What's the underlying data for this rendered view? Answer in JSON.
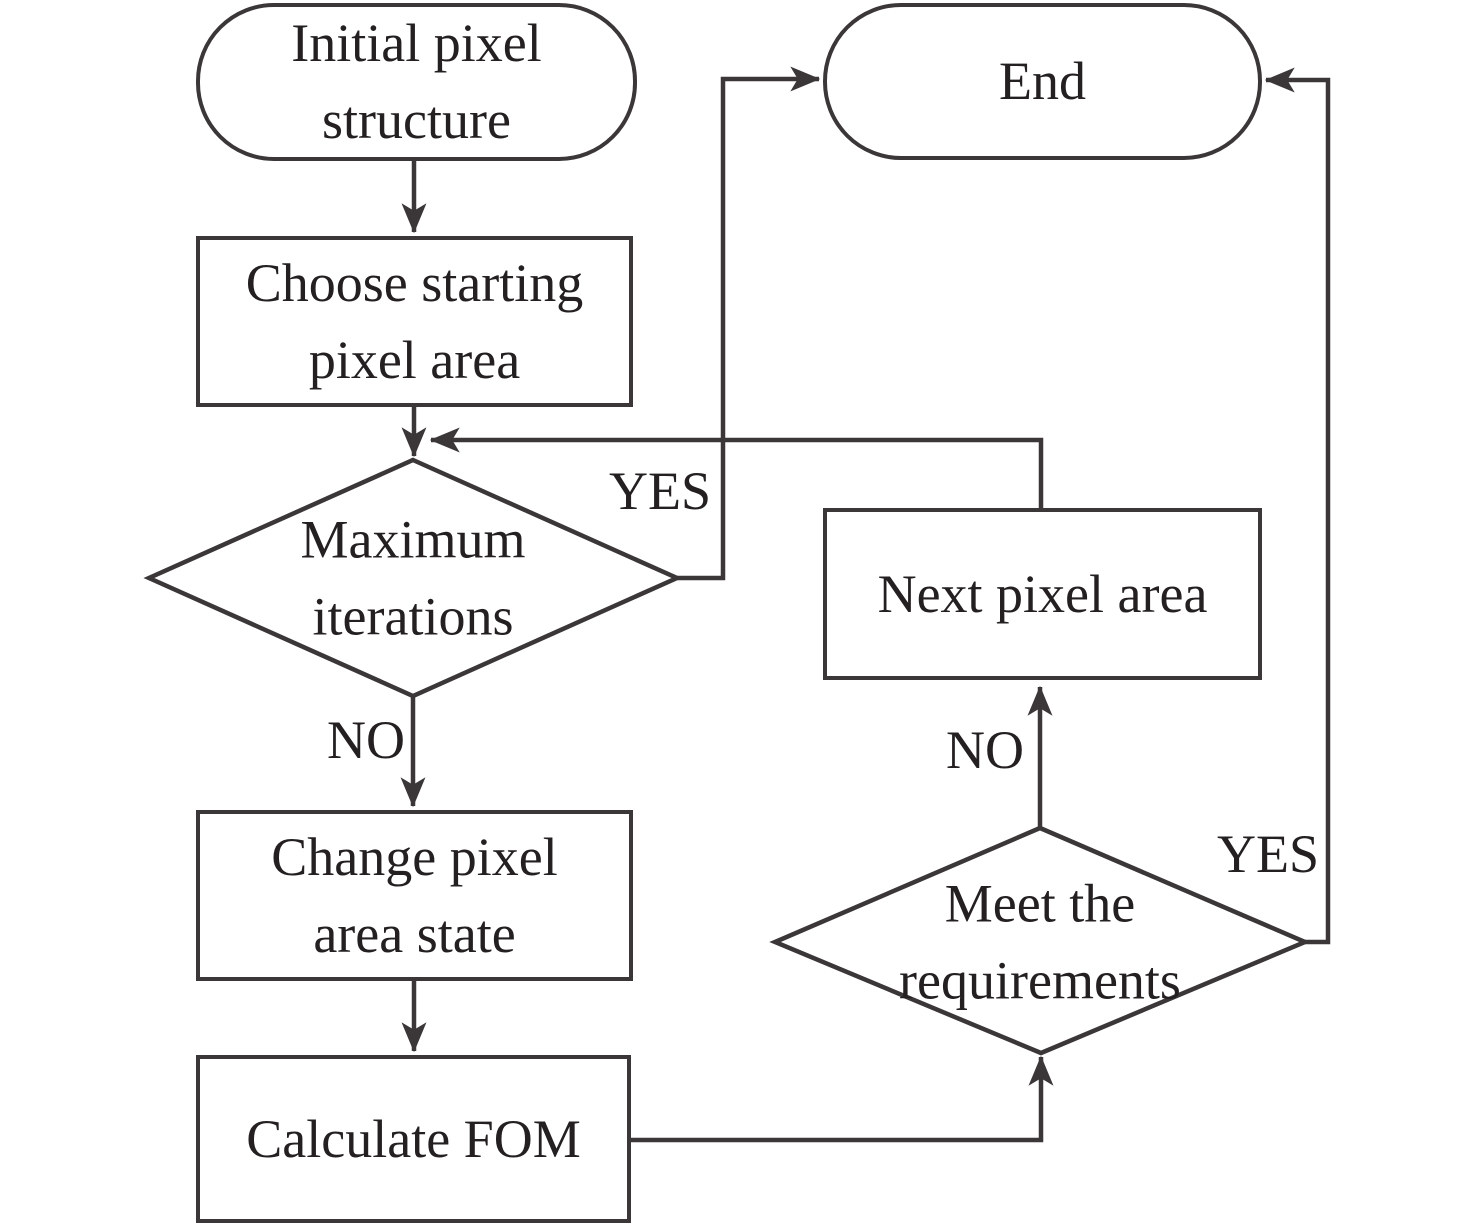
{
  "colors": {
    "stroke": "#3b3738",
    "text": "#242021",
    "background": "#ffffff"
  },
  "nodes": {
    "initial": {
      "shape": "terminator",
      "lines": [
        "Initial pixel",
        "structure"
      ]
    },
    "end": {
      "shape": "terminator",
      "lines": [
        "End"
      ]
    },
    "choose": {
      "shape": "process",
      "lines": [
        "Choose starting",
        "pixel area"
      ]
    },
    "max_iterations": {
      "shape": "decision",
      "lines": [
        "Maximum",
        "iterations"
      ]
    },
    "next_pixel": {
      "shape": "process",
      "lines": [
        "Next pixel area"
      ]
    },
    "change_state": {
      "shape": "process",
      "lines": [
        "Change pixel",
        "area state"
      ]
    },
    "meet_req": {
      "shape": "decision",
      "lines": [
        "Meet the",
        "requirements"
      ]
    },
    "calc_fom": {
      "shape": "process",
      "lines": [
        "Calculate FOM"
      ]
    }
  },
  "edge_labels": {
    "max_iterations_yes": "YES",
    "max_iterations_no": "NO",
    "meet_req_no": "NO",
    "meet_req_yes": "YES"
  }
}
